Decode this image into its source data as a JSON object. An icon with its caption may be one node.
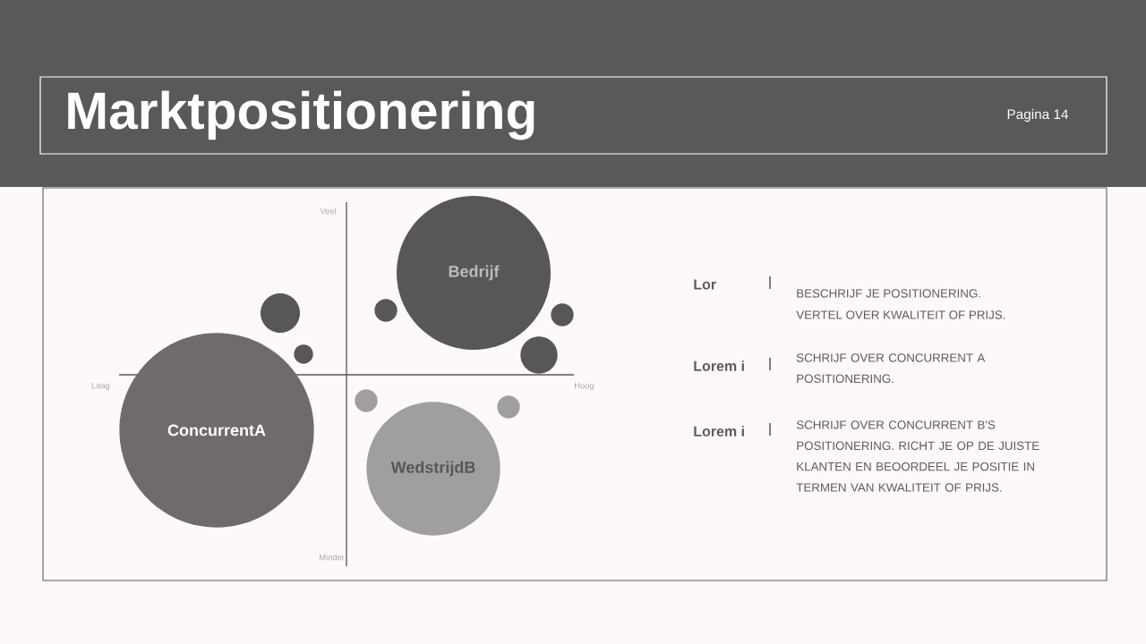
{
  "diagram": {
    "title": "Marktpositionering",
    "nodes": [
      {
        "text": [
          "Bedrijf"
        ]
      },
      {
        "text": [
          "ConcurrentA"
        ]
      },
      {
        "text": [
          "WedstrijdB"
        ]
      },
      {
        "text": [],
        "shape": "circle"
      },
      {
        "text": [],
        "shape": "circle"
      },
      {
        "text": [],
        "shape": "circle"
      },
      {
        "text": [],
        "shape": "circle"
      },
      {
        "text": [],
        "shape": "circle"
      },
      {
        "text": [],
        "shape": "circle"
      },
      {
        "text": [],
        "shape": "circle"
      }
    ],
    "labels": [
      "Pagina 14",
      "Veel",
      "Laag",
      "Hoog",
      "Minder",
      "Lor",
      "BESCHRIJF JE POSITIONERING.",
      "VERTEL OVER KWALITEIT OF PRIJS.",
      "Lorem i",
      "SCHRIJF OVER CONCURRENT A POSITIONERING.",
      "Lorem i",
      "SCHRIJF OVER CONCURRENT B'S POSITIONERING. RICHT JE OP DE JUISTE KLANTEN EN BEOORDEEL JE POSITIE IN TERMEN VAN KWALITEIT OF PRIJS."
    ]
  }
}
